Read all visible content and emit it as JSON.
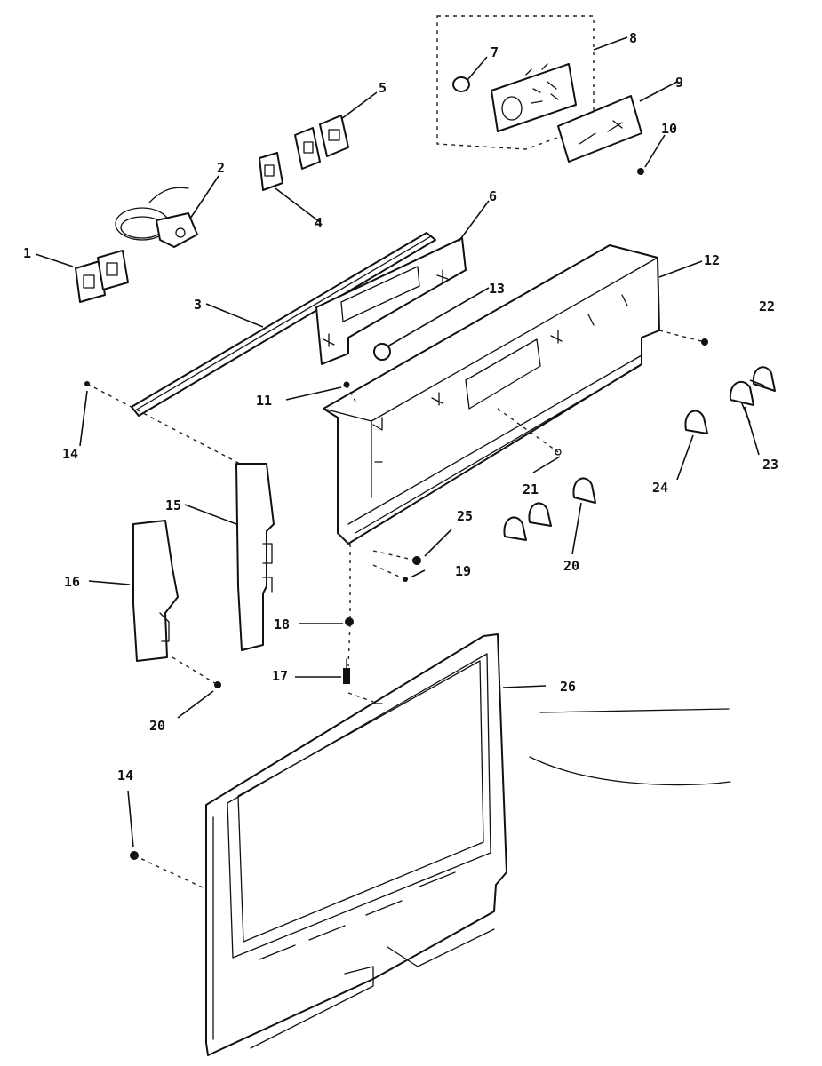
{
  "callouts": {
    "p1": "1",
    "p2": "2",
    "p3": "3",
    "p4": "4",
    "p5": "5",
    "p6": "6",
    "p7": "7",
    "p8": "8",
    "p9": "9",
    "p10": "10",
    "p11": "11",
    "p12": "12",
    "p13": "13",
    "p14a": "14",
    "p14b": "14",
    "p15": "15",
    "p16": "16",
    "p17": "17",
    "p18": "18",
    "p19": "19",
    "p20a": "20",
    "p20b": "20",
    "p21": "21",
    "p22": "22",
    "p23": "23",
    "p24": "24",
    "p25": "25",
    "p26": "26"
  }
}
